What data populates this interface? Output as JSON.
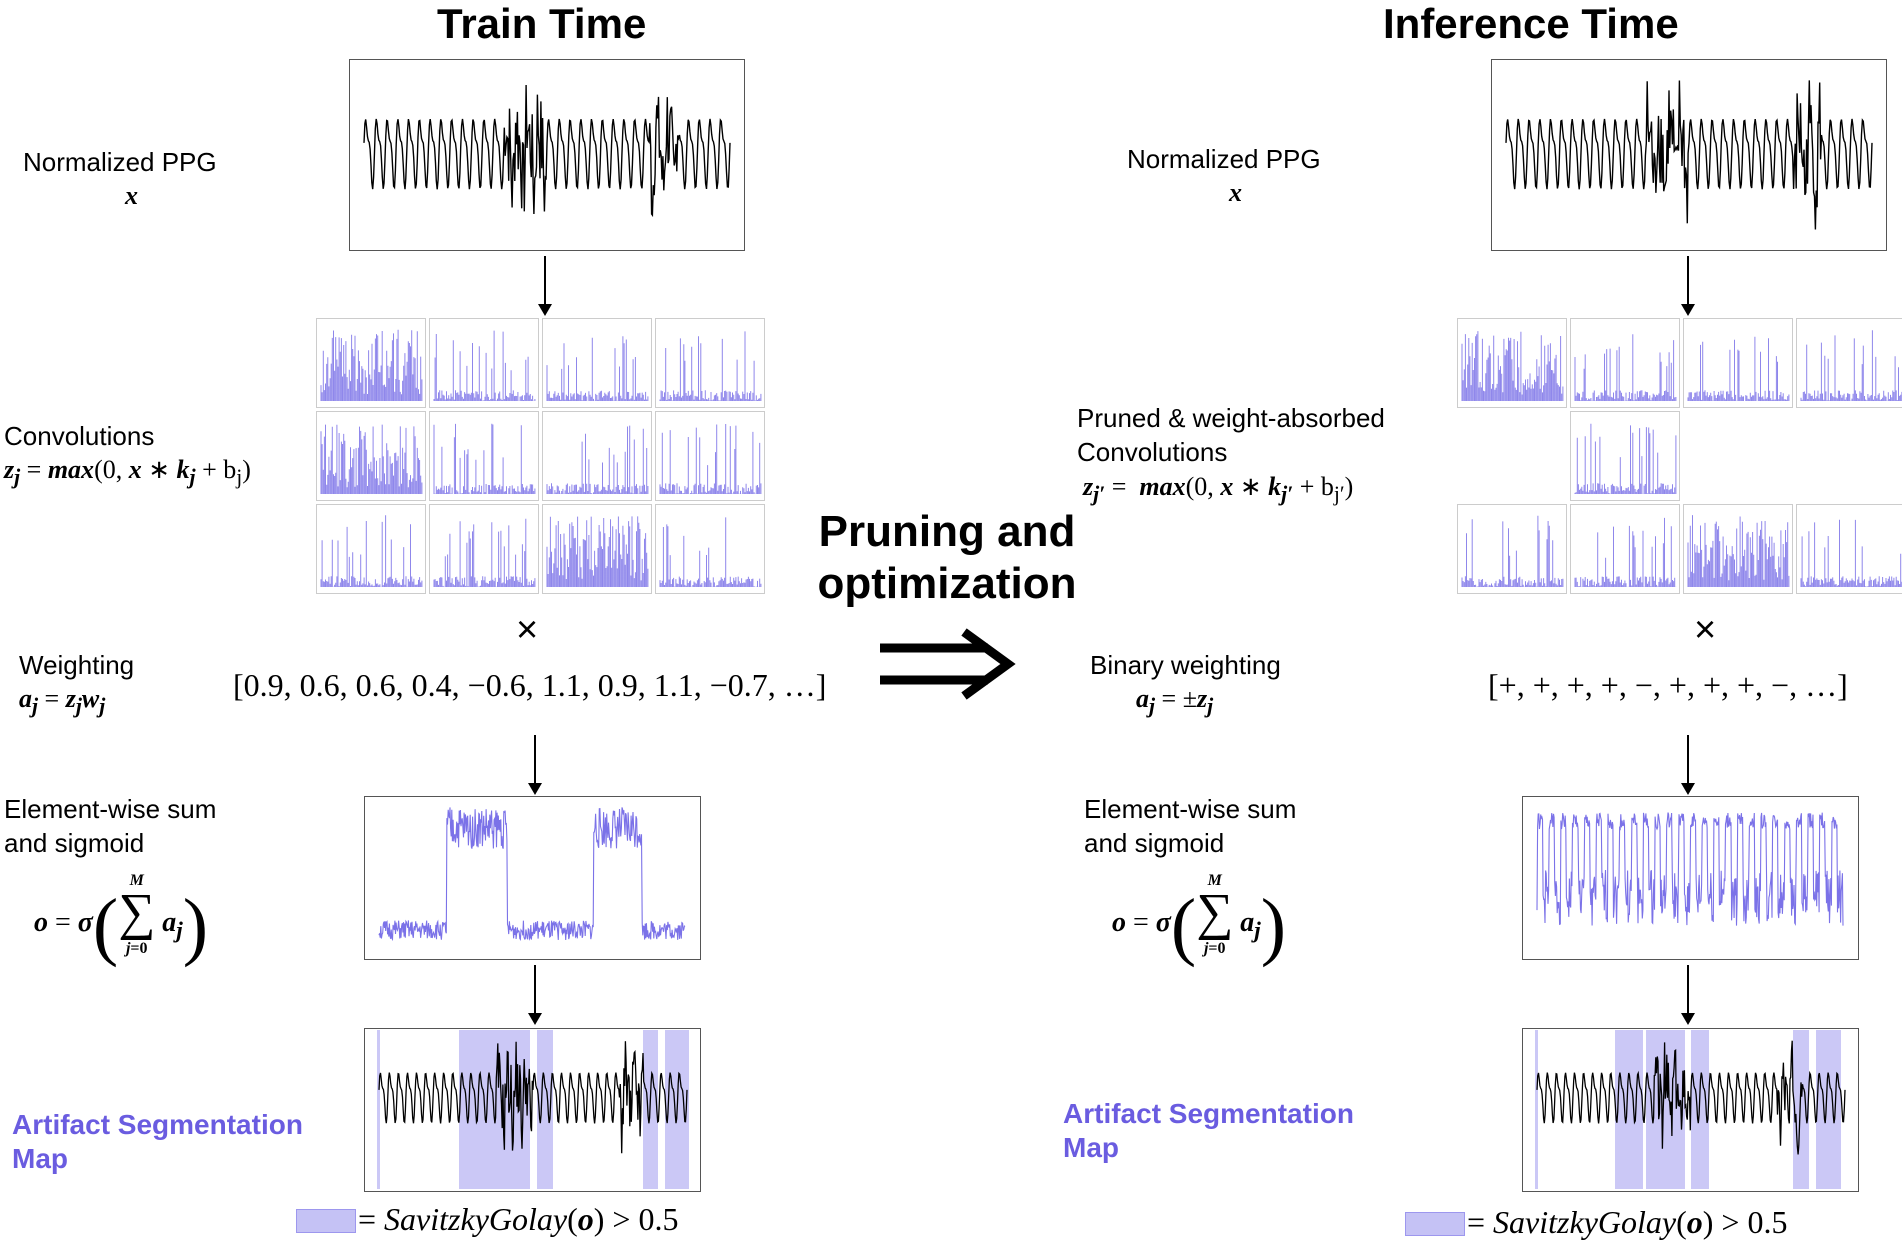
{
  "titles": {
    "left": "Train Time",
    "right": "Inference Time"
  },
  "middle": {
    "line1": "Pruning and",
    "line2": "optimization",
    "arrow": "⇒"
  },
  "left": {
    "ppg_label": "Normalized PPG",
    "ppg_var": "x",
    "conv_label": "Convolutions",
    "conv_formula": "z_j = max(0, x * k_j + b_j)",
    "weight_label": "Weighting",
    "weight_formula": "a_j = z_j w_j",
    "weights_vector": "[0.9, 0.6, 0.6, 0.4, −0.6, 1.1, 0.9, 1.1, −0.7, …]",
    "times": "×",
    "sum_label_1": "Element-wise sum",
    "sum_label_2": "and sigmoid",
    "sum_formula": "o = σ( Σ_{j=0}^{M} a_j )",
    "seg_label_1": "Artifact Segmentation",
    "seg_label_2": "Map",
    "legend": "= SavitzkyGolay(o) > 0.5"
  },
  "right": {
    "ppg_label": "Normalized PPG",
    "ppg_var": "x",
    "conv_label_1": "Pruned & weight-absorbed",
    "conv_label_2": "Convolutions",
    "conv_formula": "z_j′ = max(0, x * k_j′ + b_j′)",
    "weight_label": "Binary weighting",
    "weight_formula": "a_j = ±z_j",
    "weights_vector": "[+, +, +, +, −, +, +, +, −, …]",
    "times": "×",
    "sum_label_1": "Element-wise sum",
    "sum_label_2": "and sigmoid",
    "sum_formula": "o = σ( Σ_{j=0}^{M} a_j )",
    "seg_label_1": "Artifact Segmentation",
    "seg_label_2": "Map",
    "legend": "= SavitzkyGolay(o) > 0.5"
  },
  "colors": {
    "accent": "#6a5ce0",
    "highlight": "#c5c2f5",
    "trace": "#7b72e8"
  }
}
